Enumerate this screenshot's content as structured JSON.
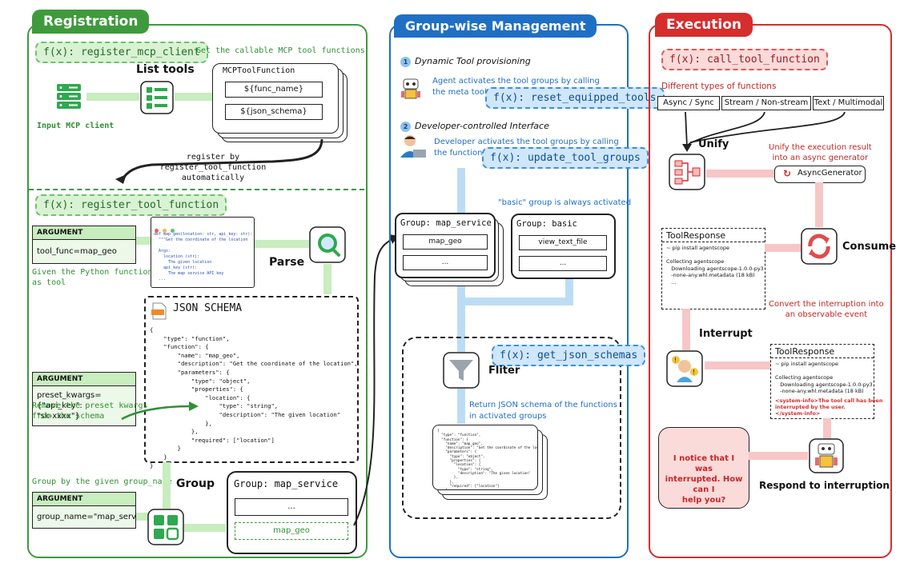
{
  "registration": {
    "title": "Registration",
    "fx_register_mcp_client": "f(x): register_mcp_client",
    "get_callable_text": "Get the callable MCP tool functions",
    "list_tools_label": "List tools",
    "input_mcp_client": "Input MCP client",
    "mcp_tool_function_title": "MCPToolFunction",
    "func_name": "${func_name}",
    "json_schema_field": "${json_schema}",
    "register_note": "register by\nregister_tool_function\nautomatically",
    "fx_register_tool_function": "f(x): register_tool_function",
    "argument_label": "ARGUMENT",
    "arg1": "tool_func=map_geo",
    "given_python_function": "Given the Python function\nas tool",
    "parse_label": "Parse",
    "code_snippet": "def map_geo(location: str, api_key: str):\n  \"\"\"Get the coordinate of the location\n\n  Args:\n    location (str):\n      The given location\n    api_key (str):\n      The map service API key\n  ...",
    "json_schema_title": "JSON SCHEMA",
    "json_schema_code": "{\n    \"type\": \"function\",\n    \"function\": {\n        \"name\": \"map_geo\",\n        \"description\": \"Get the coordinate of the location\",\n        \"parameters\": {\n            \"type\": \"object\",\n            \"properties\": {\n                \"location\": {\n                    \"type\": \"string\",\n                    \"description\": \"The given location\"\n                },\n            },\n            \"required\": [\"location\"]\n        }\n    }\n}",
    "arg2": "preset_kwargs={\"api_key\":\n\"sk-xxxx\"}",
    "remove_preset": "Remove the preset kwargs\nfrom the schema",
    "group_by_text": "Group by the given group_name",
    "arg3": "group_name=\"map_service\"",
    "group_label": "Group",
    "group_map_service_title": "Group: map_service",
    "ellipsis": "...",
    "map_geo": "map_geo"
  },
  "group_mgmt": {
    "title": "Group-wise Management",
    "step1_title": "Dynamic Tool provisioning",
    "step1_text": "Agent activates the tool groups by calling\nthe meta tool",
    "fx_reset": "f(x): reset_equipped_tools",
    "step2_title": "Developer-controlled Interface",
    "step2_text": "Developer activates the tool groups by calling\nthe function",
    "fx_update": "f(x): update_tool_groups",
    "basic_note": "\"basic\" group is always activated",
    "group_map_service": "Group: map_service",
    "map_geo": "map_geo",
    "ellipsis": "...",
    "group_basic": "Group: basic",
    "view_text_file": "view_text_file",
    "fx_get_json": "f(x): get_json_schemas",
    "filter_label": "Fliter",
    "return_text": "Return JSON schema of the functions\nin activated groups",
    "mini_code": "{\n  \"type\": \"function\",\n  \"function\": {\n    \"name\": \"map_geo\",\n    \"description\": \"Get the coordinate of the location\",\n    \"parameters\": {\n      \"type\": \"object\",\n      \"properties\": {\n        \"location\": {\n          \"type\": \"string\",\n          \"description\": \"The given location\"\n        },\n      },\n      \"required\": [\"location\"]\n    }\n  }\n}"
  },
  "execution": {
    "title": "Execution",
    "fx_call": "f(x): call_tool_function",
    "diff_types": "Different types of functions",
    "types": [
      "Async / Sync",
      "Stream / Non-stream",
      "Text / Multimodal"
    ],
    "unify_label": "Unify",
    "unify_text": "Unify the execution result\ninto an async generator",
    "async_gen": "AsyncGenerator",
    "tool_response": "ToolResponse",
    "tr_body": "~ pip install agentscope\n\nCollecting agentscope\n   Downloading agentscope-1.0.0-py3\n   -none-any.whl.metadata (18 kB)\n   ...",
    "consume_label": "Consume",
    "convert_text": "Convert the interruption into\nan observable event",
    "interrupt_label": "Interrupt",
    "tr2_body": "~ pip install agentscope\n\nCollecting agentscope\n   Downloading agentscope-1.0.0-py3\n   -none-any.whl.metadata (18 kB)",
    "tr2_system": "<system-info>The tool call has been\ninterrupted by the user.\n</system-info>",
    "bubble_text": "I notice that I was\ninterrupted. How can I\nhelp you?",
    "respond_label": "Respond to interruption"
  },
  "colors": {
    "green": "#3e9a3c",
    "blue": "#1f6fc4",
    "red": "#d62d2d"
  }
}
